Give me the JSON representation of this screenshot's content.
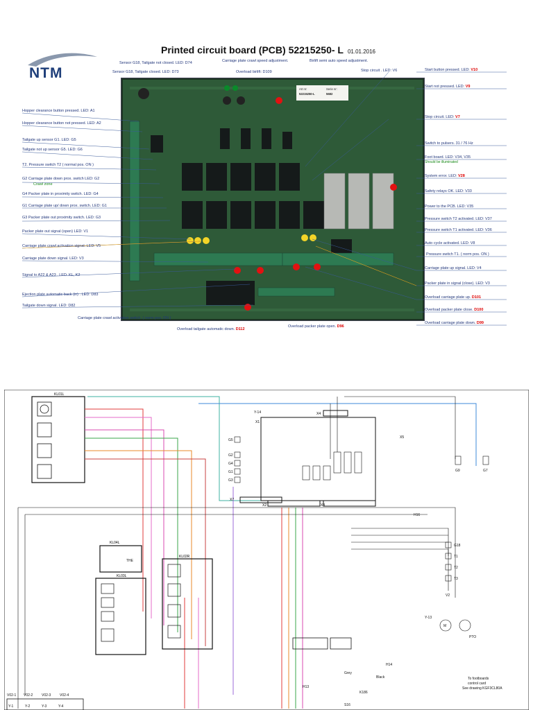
{
  "brand": {
    "logo_text": "NTM"
  },
  "header": {
    "title": "Printed circuit board (PCB) 52215250- L",
    "date": "01.01.2016"
  },
  "sticker": {
    "art_label": "Art nr:",
    "art_value": "52215250-L",
    "serial_label": "Serie nr:",
    "serial_value": "5682"
  },
  "top_labels": [
    "Sensor G18, Tailgate not closed. LED: D74",
    "Sensor G18, Tailgate closed. LED: D73",
    "Carriage plate crawl speed adjustment.",
    "Overload birlift: D109",
    "Birlift semi auto speed adjustment.",
    "Stop circuit . LED: V6"
  ],
  "left_labels": [
    "Hopper clearance button pressed. LED: A1",
    "Hopper clearance button not pressed. LED: A2",
    "Tailgate up sensor G1. LED: G5",
    "Tailgate not up sensor G5. LED: G6",
    "T2. Pressure switch T2 ( normal pos. ON )",
    "G2 Carriage plate down prox. switch LED: G2",
    "Crawl zone",
    "G4 Packer plate in proximity switch. LED: G4",
    "G1 Carriage plate up/ down prox. switch. LED: G1",
    "G3 Packer plate out proximity switch. LED: G3",
    "Packer plate out signal (open) LED: V1",
    "Carriage plate crawl activation signal. LED: V5",
    "Carriage plate down signal. LED: V3",
    "Signal to A22 & A23 . LED: KL, K2",
    "Ejection plate automatic back (in) . LED: D83",
    "Tailgate down signal. LED: D82"
  ],
  "bottom_labels": [
    "Carriage plate crawl activation switch. ( norm pos. ON )",
    "Overload tailgate automatic down.",
    "D112",
    "Overload packer plate open.",
    "D96"
  ],
  "right_labels": [
    {
      "text": "Start button pressed. LED:",
      "code": "V10",
      "red": false
    },
    {
      "text": "Start not pressed. LED:",
      "code": "V9",
      "red": false
    },
    {
      "text": "Stop circuit. LED:",
      "code": "V7",
      "red": false
    },
    {
      "text": "Switch to pulsers. 31 / 76 Hz",
      "code": "",
      "red": false
    },
    {
      "text": "Foot board. LED: V34, V35",
      "code": "",
      "red": false
    },
    {
      "text": "System error. LED:",
      "code": "V28",
      "red": true
    },
    {
      "text": "Safety relays OK. LED: V33",
      "code": "",
      "red": false
    },
    {
      "text": "Power to the PCB. LED: V35",
      "code": "",
      "red": false
    },
    {
      "text": "Pressure switch T2 activated. LED: V37",
      "code": "",
      "red": false
    },
    {
      "text": "Pressure switch T1 activated. LED: V36",
      "code": "",
      "red": false
    },
    {
      "text": "Auto cycle activated. LED: V8",
      "code": "",
      "red": false
    },
    {
      "text": "Pressure switch T1. ( norm pos. ON )",
      "code": "",
      "red": false
    },
    {
      "text": "Carriage plate up signal. LED: V4",
      "code": "",
      "red": false
    },
    {
      "text": "Packer plate in signal (close). LED: V3",
      "code": "",
      "red": false
    },
    {
      "text": "Overload carriage plate up.",
      "code": "D101",
      "red": true
    },
    {
      "text": "Overload packer plate close.",
      "code": "D100",
      "red": true
    },
    {
      "text": "Overload carriage plate down.",
      "code": "D99",
      "red": true
    }
  ],
  "footboard_note": "Should be illuminated",
  "schematic": {
    "left_box": "KL01L",
    "box2": "KL04L",
    "box3": "KL03L",
    "box4": "KL02R",
    "prox_labels": [
      "G5",
      "G2",
      "G4",
      "G1",
      "G3"
    ],
    "connector_labels": [
      "X1",
      "X2",
      "X3",
      "X4",
      "X5",
      "X7"
    ],
    "right_labels": [
      "G18",
      "T1",
      "T2",
      "T3",
      "V2",
      "G9",
      "G7"
    ],
    "misc": [
      "Y-14",
      "H16",
      "Y-13",
      "M",
      "PTO",
      "THE",
      "Grey",
      "Black",
      "H14",
      "H13",
      "K186",
      "S16",
      "Y-1",
      "Y-2",
      "Y-3",
      "Y-4"
    ],
    "valve_labels": [
      "V02-1",
      "V02-2",
      "V02-3",
      "V02-4"
    ],
    "note": [
      "To footboards",
      "control card",
      "See drawing KGF3CL80A"
    ]
  },
  "colors": {
    "pcb": "#2f5a3a",
    "label": "#20357a",
    "red": "#d00000",
    "accent": "#1f3f7a"
  }
}
